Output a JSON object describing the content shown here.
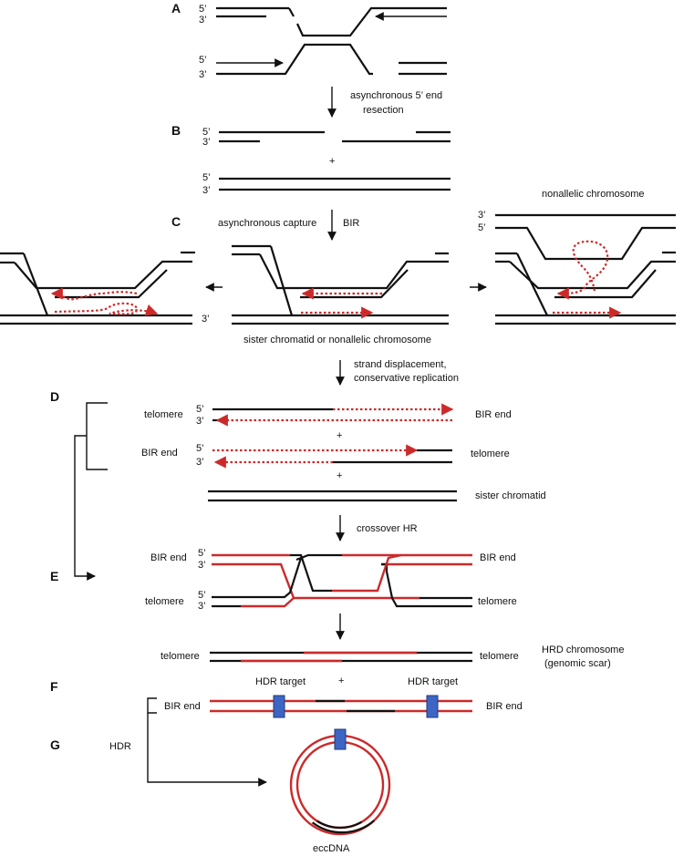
{
  "sections": [
    "A",
    "B",
    "C",
    "D",
    "E",
    "F",
    "G"
  ],
  "strand_ends": {
    "five": "5’",
    "three": "3’"
  },
  "plus": "+",
  "step_labels": {
    "resection_1": "asynchronous 5’ end",
    "resection_2": "resection",
    "async_capture": "asynchronous capture",
    "bir": "BIR",
    "nonallelic_chromosome": "nonallelic chromosome",
    "sister_or_nonallelic": "sister chromatid or nonallelic chromosome",
    "strand_displacement_1": "strand displacement,",
    "strand_displacement_2": "conservative replication",
    "crossover": "crossover HR",
    "hrd_1": "HRD chromosome",
    "hrd_2": "(genomic scar)",
    "hdr": "HDR",
    "eccdna": "eccDNA"
  },
  "end_labels": {
    "telomere": "telomere",
    "bir_end": "BIR end",
    "sister_chromatid": "sister chromatid",
    "hdr_target": "HDR target"
  },
  "colors": {
    "strand": "#111111",
    "new_dna": "#cc2a2a",
    "hdr_target": "#3d66c4"
  }
}
